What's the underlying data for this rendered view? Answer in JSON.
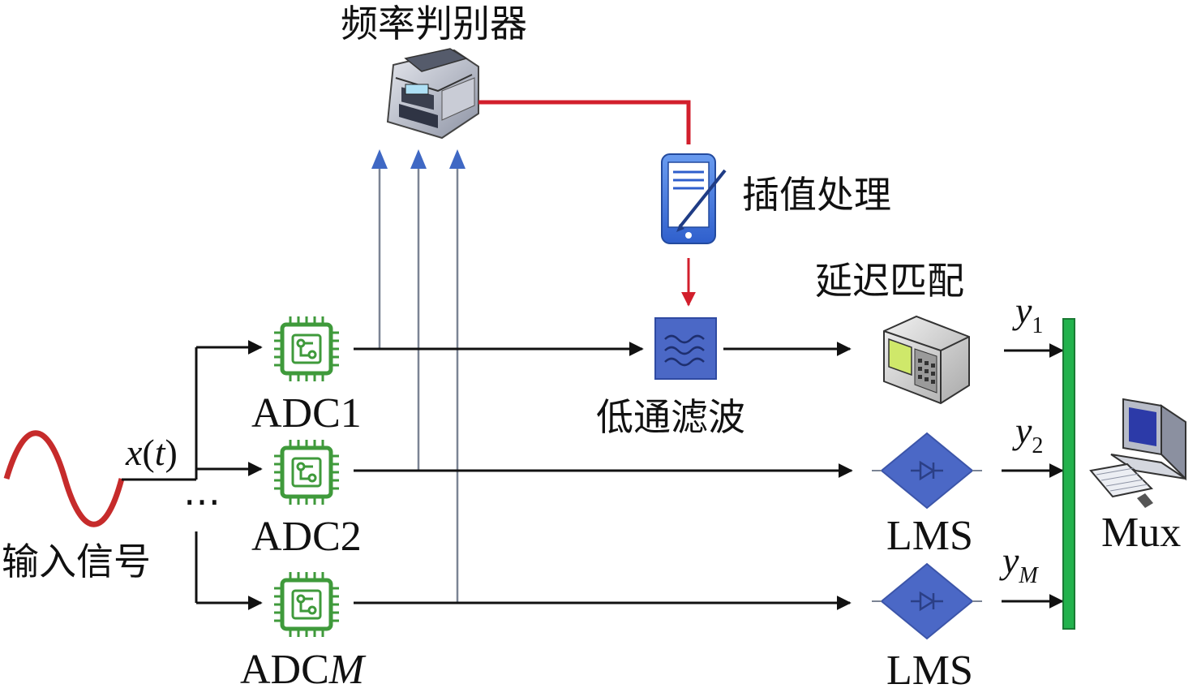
{
  "labels": {
    "input_signal": "输入信号",
    "signal_var": "x",
    "signal_arg": "t",
    "ellipsis": "…",
    "freq_discriminator": "频率判别器",
    "interpolation": "插值处理",
    "delay_match": "延迟匹配",
    "lowpass_filter": "低通滤波",
    "mux": "Mux",
    "adc1": "ADC1",
    "adc2": "ADC2",
    "adcm_prefix": "ADC",
    "adcm_suffix": "M",
    "lms_1": "LMS",
    "lms_2": "LMS",
    "y_var": "y",
    "y1_sub": "1",
    "y2_sub": "2",
    "ym_sub": "M"
  },
  "icons": {
    "input_wave": "sine-wave-icon",
    "adc": "chip-icon",
    "discriminator": "printer-icon",
    "interpolation": "mobile-device-icon",
    "filter": "lowpass-filter-icon",
    "delay": "safe-box-icon",
    "lms": "diamond-diode-icon",
    "mux_bar": "mux-bar",
    "computer": "computer-icon"
  },
  "colors": {
    "signal_wire": "#111111",
    "feedback_wire": "#7b8494",
    "feedback_arrow": "#3f68c4",
    "control_wire": "#d21f2c",
    "mux_bar": "#22b24c",
    "chip": "#3f9a3b",
    "lms": "#4b68c6",
    "wave": "#c62b2b"
  }
}
